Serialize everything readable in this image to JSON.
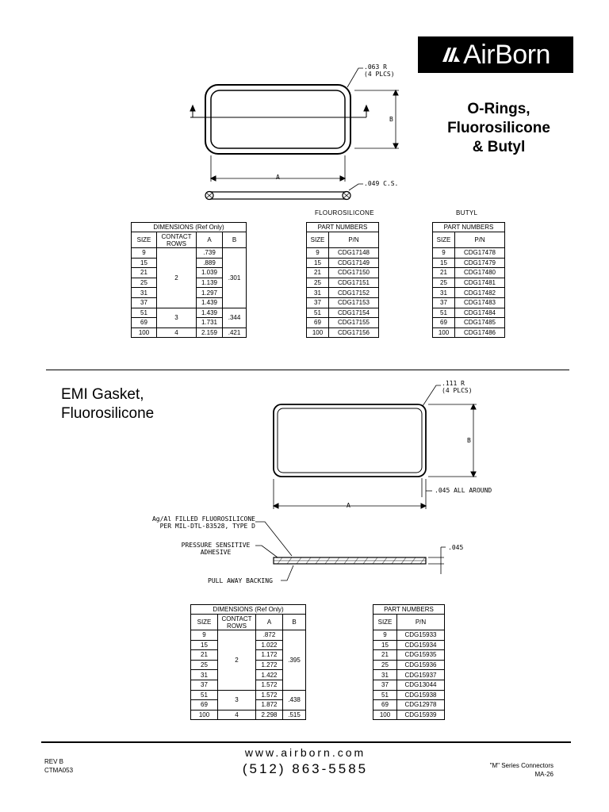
{
  "brand": {
    "name": "AirBorn"
  },
  "section1": {
    "title_lines": [
      "O-Rings,",
      "Fluorosilicone",
      "& Butyl"
    ],
    "drawing": {
      "radius_note": [
        ".063 R",
        "(4 PLCS)"
      ],
      "label_a": "A",
      "label_b": "B",
      "cross_section": ".049 C.S."
    },
    "dimensions": {
      "caption": "DIMENSIONS (Ref Only)",
      "headers": [
        "SIZE",
        "CONTACT ROWS",
        "A",
        "B"
      ],
      "sizes": [
        "9",
        "15",
        "21",
        "25",
        "31",
        "37",
        "51",
        "69",
        "100"
      ],
      "a_values": [
        ".739",
        ".889",
        "1.039",
        "1.139",
        "1.297",
        "1.439",
        "1.439",
        "1.731",
        "2.159"
      ],
      "rows_groups": [
        "2",
        "3",
        "4"
      ],
      "b_groups": [
        ".301",
        ".344",
        ".421"
      ]
    },
    "fluorosilicone": {
      "caption": "FLOUROSILICONE",
      "table_title": "PART NUMBERS",
      "headers": [
        "SIZE",
        "P/N"
      ],
      "rows": [
        [
          "9",
          "CDG17148"
        ],
        [
          "15",
          "CDG17149"
        ],
        [
          "21",
          "CDG17150"
        ],
        [
          "25",
          "CDG17151"
        ],
        [
          "31",
          "CDG17152"
        ],
        [
          "37",
          "CDG17153"
        ],
        [
          "51",
          "CDG17154"
        ],
        [
          "69",
          "CDG17155"
        ],
        [
          "100",
          "CDG17156"
        ]
      ]
    },
    "butyl": {
      "caption": "BUTYL",
      "table_title": "PART NUMBERS",
      "headers": [
        "SIZE",
        "P/N"
      ],
      "rows": [
        [
          "9",
          "CDG17478"
        ],
        [
          "15",
          "CDG17479"
        ],
        [
          "21",
          "CDG17480"
        ],
        [
          "25",
          "CDG17481"
        ],
        [
          "31",
          "CDG17482"
        ],
        [
          "37",
          "CDG17483"
        ],
        [
          "51",
          "CDG17484"
        ],
        [
          "69",
          "CDG17485"
        ],
        [
          "100",
          "CDG17486"
        ]
      ]
    }
  },
  "section2": {
    "title_lines": [
      "EMI Gasket,",
      "Fluorosilicone"
    ],
    "drawing": {
      "radius_note": [
        ".111 R",
        "(4 PLCS)"
      ],
      "label_a": "A",
      "label_b": "B",
      "all_around": ".045 ALL AROUND",
      "material": [
        "Ag/Al FILLED FLUOROSILICONE",
        "PER MIL-DTL-83528, TYPE D"
      ],
      "adhesive": [
        "PRESSURE SENSITIVE",
        "ADHESIVE"
      ],
      "backing": "PULL AWAY BACKING",
      "thickness": ".045"
    },
    "dimensions": {
      "caption": "DIMENSIONS (Ref Only)",
      "headers": [
        "SIZE",
        "CONTACT ROWS",
        "A",
        "B"
      ],
      "sizes": [
        "9",
        "15",
        "21",
        "25",
        "31",
        "37",
        "51",
        "69",
        "100"
      ],
      "a_values": [
        ".872",
        "1.022",
        "1.172",
        "1.272",
        "1.422",
        "1.572",
        "1.572",
        "1.872",
        "2.298"
      ],
      "rows_groups": [
        "2",
        "3",
        "4"
      ],
      "b_groups": [
        ".395",
        ".438",
        ".515"
      ]
    },
    "parts": {
      "table_title": "PART NUMBERS",
      "headers": [
        "SIZE",
        "P/N"
      ],
      "rows": [
        [
          "9",
          "CDG15933"
        ],
        [
          "15",
          "CDG15934"
        ],
        [
          "21",
          "CDG15935"
        ],
        [
          "25",
          "CDG15936"
        ],
        [
          "31",
          "CDG15937"
        ],
        [
          "37",
          "CDG13044"
        ],
        [
          "51",
          "CDG15938"
        ],
        [
          "69",
          "CDG12978"
        ],
        [
          "100",
          "CDG15939"
        ]
      ]
    }
  },
  "footer": {
    "rev": "REV B",
    "doc": "CTMA053",
    "url": "www.airborn.com",
    "phone": "(512) 863-5585",
    "series": "\"M\" Series Connectors",
    "page": "MA-26"
  }
}
